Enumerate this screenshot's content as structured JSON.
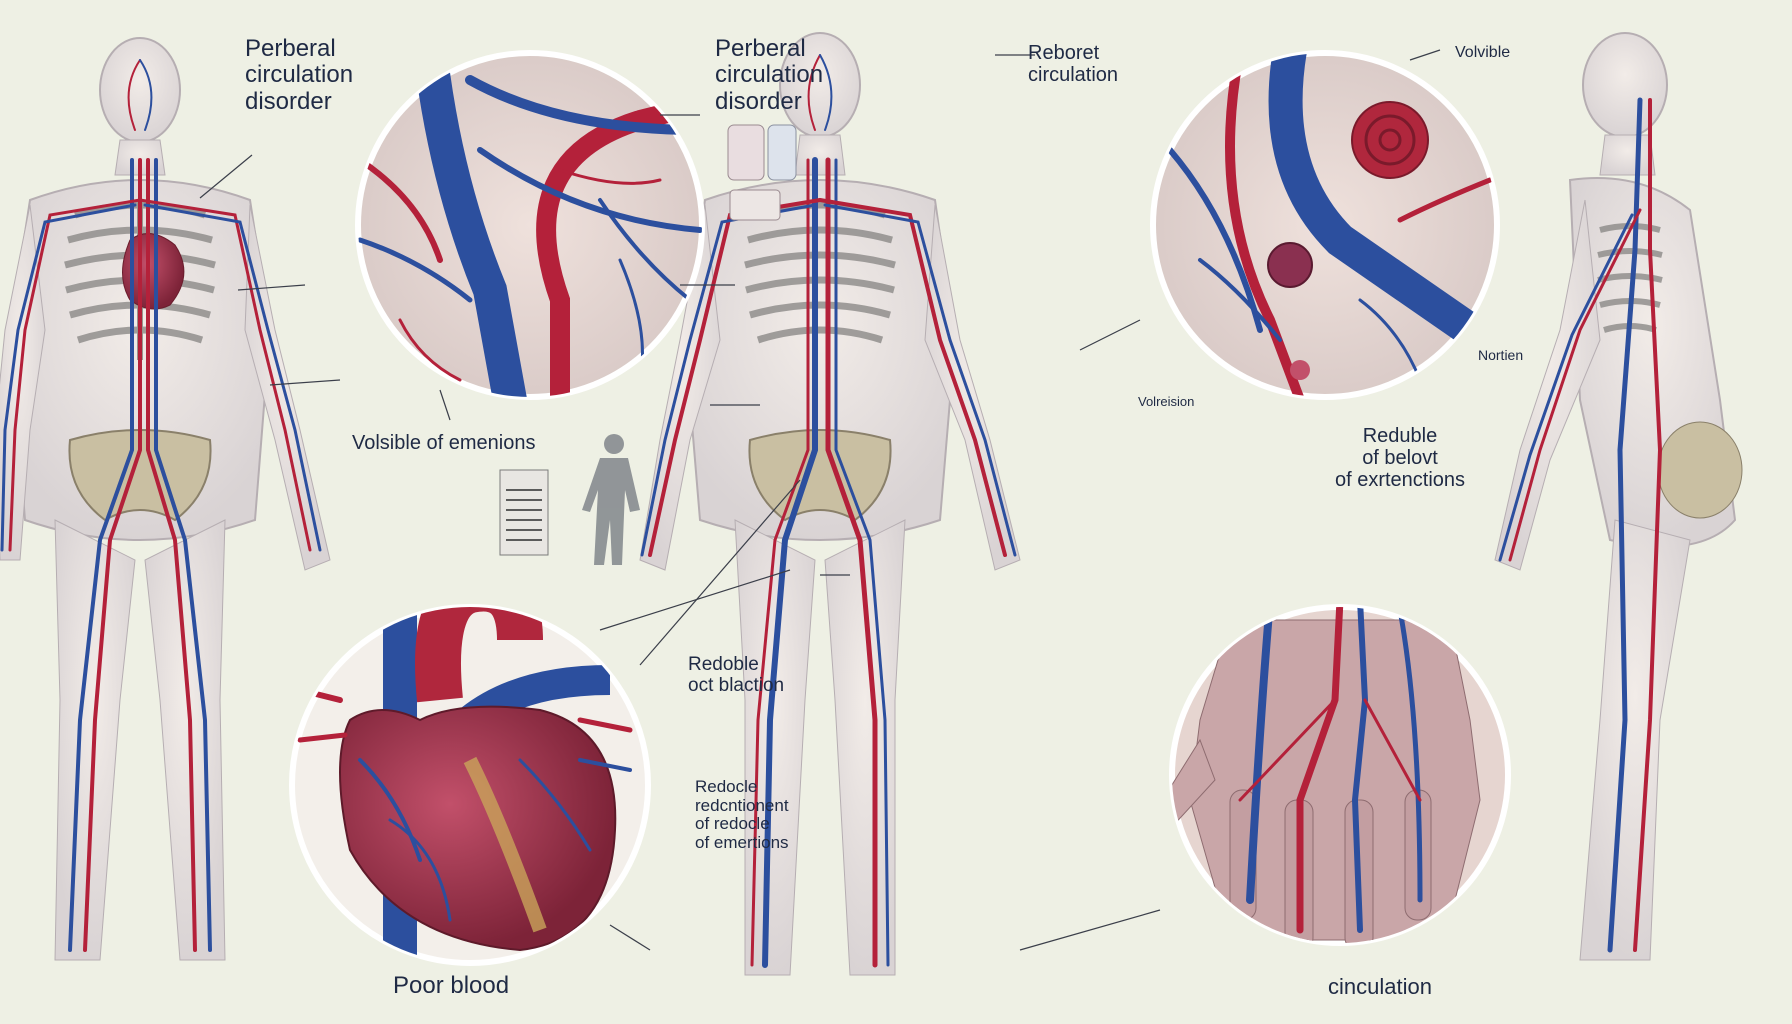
{
  "labels": {
    "title_left": [
      "Perberal",
      "circulation",
      "disorder"
    ],
    "title_center": [
      "Perberal",
      "circulation",
      "disorder"
    ],
    "reduced_top": [
      "Reboret",
      "circulation"
    ],
    "volvible_top": "Volvible",
    "vessels_label": "Volsible of emenions",
    "reduble_upper": [
      "Reduble",
      "of belovt",
      "of exrtenctions"
    ],
    "reduble_mid": [
      "Redoble",
      "oct blaction"
    ],
    "reduble_lower": [
      "Redocle",
      "redcntionent",
      "of redocle",
      "of emertions"
    ],
    "poor_blood": "Poor blood",
    "circulation_bottom": "cinculation",
    "nortien": "Nortien",
    "volrelism": "Volreision"
  },
  "colors": {
    "background": "#eef0e4",
    "artery": "#b4213a",
    "vein": "#2c4f9e",
    "text": "#1f2a44",
    "bone": "#d7d2c2",
    "heart": "#b0273d"
  }
}
